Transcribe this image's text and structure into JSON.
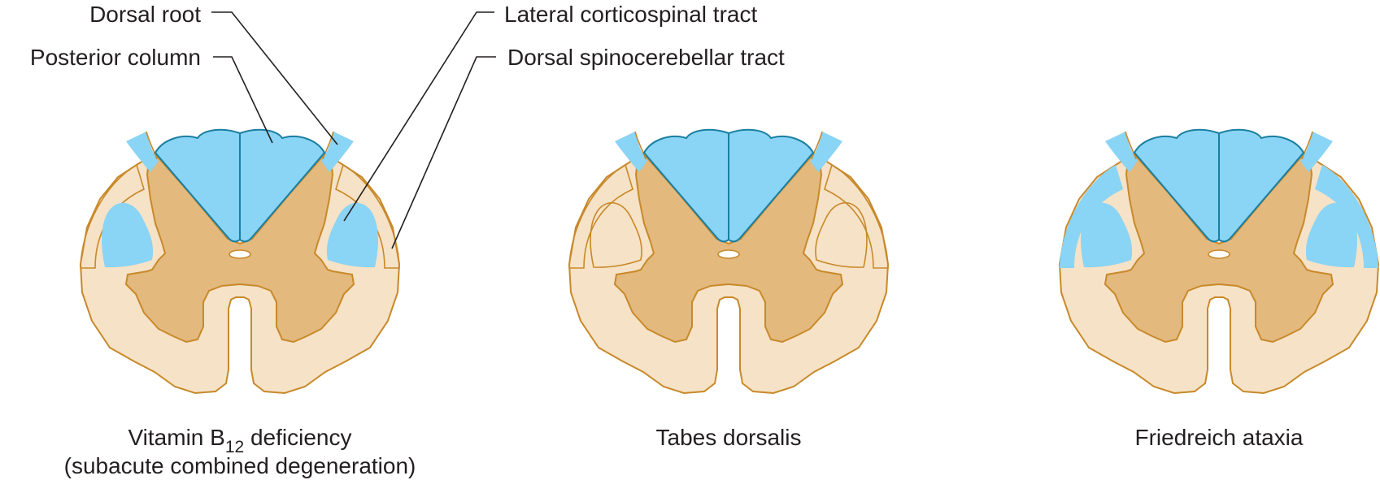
{
  "labels": {
    "dorsal_root": "Dorsal root",
    "posterior_column": "Posterior column",
    "lateral_corticospinal": "Lateral corticospinal tract",
    "dorsal_spinocerebellar": "Dorsal spinocerebellar tract"
  },
  "panels": [
    {
      "caption_main": "Vitamin B",
      "caption_sub": "12",
      "caption_end": " deficiency",
      "caption_line2": "(subacute combined degeneration)",
      "affected": [
        "dorsal root",
        "posterior column",
        "lateral corticospinal tract"
      ]
    },
    {
      "caption": "Tabes dorsalis",
      "affected": [
        "dorsal root",
        "posterior column"
      ]
    },
    {
      "caption": "Friedreich ataxia",
      "affected": [
        "dorsal root",
        "posterior column",
        "lateral corticospinal tract",
        "dorsal spinocerebellar tract"
      ]
    }
  ],
  "colors": {
    "affected": "#8ad4f5",
    "gray_matter": "#e3b97e",
    "white_matter": "#f6e2c6",
    "outline": "#c8892a"
  }
}
